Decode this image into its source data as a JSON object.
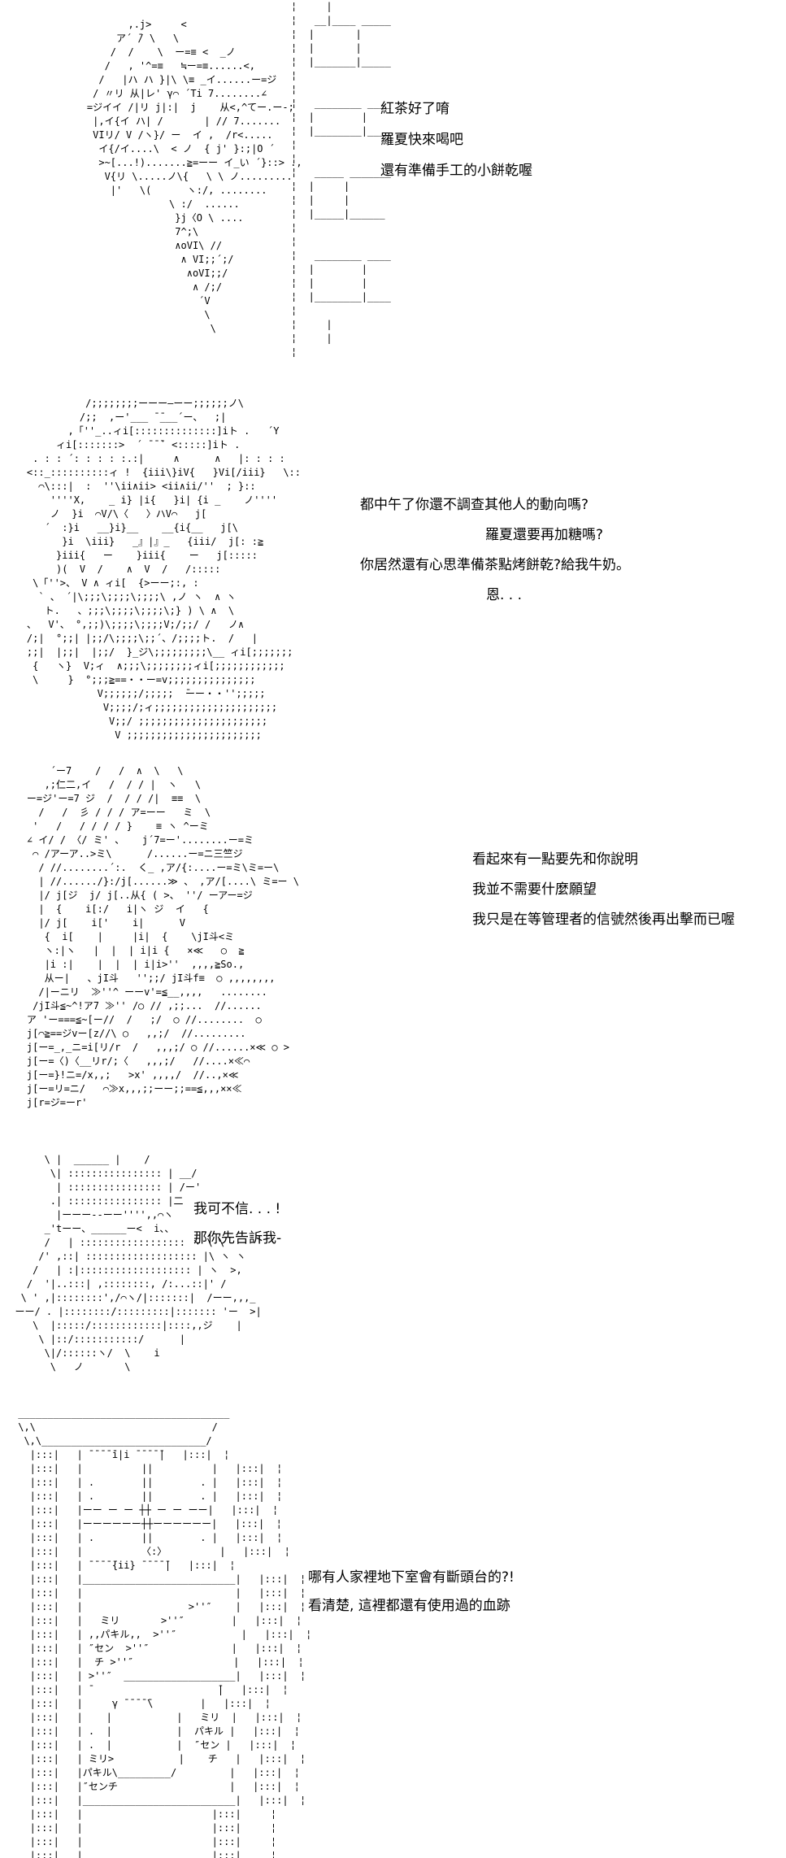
{
  "page": {
    "background_color": "#ffffff",
    "text_color": "#000000"
  },
  "scene1": {
    "wall_art": "¦     |\n¦   __|____ _____\n¦  |       |\n¦  |       |\n¦  |_______|_____\n¦\n¦\n¦   ________ ____\n¦  |        |\n¦  |________|____\n¦\n¦\n¦   _____ _______\n¦  |     |\n¦  |     |\n¦  |_____|______\n¦\n¦\n¦   ________ ____\n¦  |        |\n¦  |        |\n¦  |________|____\n¦\n¦     |\n¦     |\n¦",
    "art": "           ,.j>     <\n         ア´ ̄/ \\   \\\n        /  /    \\  ー=≡ <  _ノ\n       /   , '^=≡   ≒ー=≡......<,\n      /   |ハ ハ }|\\ \\≡ _イ......ー=ジ\n     / 〃リ 从|レ' γ⌒ ´Ti 7........∠\n    =ジイイ /|リ j|:|  j    从<,^てー.ー‐;\n     |,イ{イ ハ| /       | // 7.......\n     VIリ/ V /ヽ}/ ー  イ ,  /r<.....\n      イ{/イ....\\  < ノ  { j' }:;|O ´\n      >~[...!).......≧=ーー イ_い ´}::> .,\n       V{リ \\.....ノ\\{   \\ \\ ノ.........\n        |'   \\(      ヽ:/, ........\n                  \\ :/  ......\n                   }j〈O \\ ....\n                   7^;\\\n                   ∧oVI\\ //\n                    ∧ VI;;´;/\n                     ∧oVI;;/\n                      ∧ /;/\n                       ´V\n                        \\\n                         \\\n ",
    "dialogue": {
      "l1": "紅茶好了唷",
      "l2": "羅夏快來喝吧",
      "l3": "還有準備手工的小餅乾喔"
    }
  },
  "scene2": {
    "art": "              /;;;;;;;;ーーー―ーー;;;;;;ノ\\\n             /;;  ,ー'___ ̄ ̄___´ー、  ;|\n           ,「''_..ィi[::::::::::::::]iト .   ´Y\n         ィi[:::::::>  ´ ̄ ̄ ̄` <:::::]iト .\n     . : : ´: : : : :.:|     ∧      ∧   |: : : :\n    <::_::::::::::ィ !  {iii\\}iV{   }Vi[/iii}   \\::\n      ⌒\\:::|  :  ''\\ii∧ii> <ii∧ii/''  ; }::\n        ''''X,    _ i} |i{   }i| {i _    ノ''''\n        ノ  }i  ⌒V/\\〈   〉ハV⌒   j[\n       ´  :}i   __}i}__    __{i{__   j[\\\n          }i  \\iii}   _』|』_   {iii/  j[: :≧\n         }iii{   ー    }iii{    ー   j[:::::\n         )(  V  /    ∧  V  /   /:::::\n     \\「''>、 V ∧ ィi[  {>ーー;:, :\n      ` 、 ´|\\;;;\\;;;;\\;;;;\\ ,ノ ヽ  ∧ ヽ\n       ト.   、;;;\\;;;;\\;;;;\\;} ) \\ ∧  \\\n    、  V'、 °,;;)\\;;;;\\;;;;V;/;;/ /   ノ∧\n    /;|  °;;| |;;/\\;;;;\\;;´、/;;;;ト.  /   |\n    ;;|  |;;|  |;;/  }_ジ\\;;;;;;;;;\\__ ィi[;;;;;;;\n     {   ヽ}  V;ィ  ∧;;;\\;;;;;;;;ィi[;;;;;;;;;;;;\n     \\     }  °;;;≧==・・ー=v;;;;;;;;;;;;;;;\n                V;;;;;;/;;;;;  ̄ーー・・'';;;;;\n                 V;;;;/;ィ;;;;;;;;;;;;;;;;;;;;;\n                  V;;/ ;;;;;;;;;;;;;;;;;;;;;;\n                   V ;;;;;;;;;;;;;;;;;;;;;;;",
    "dialogue": {
      "l1": "都中午了你還不調查其他人的動向嗎?",
      "l2": "羅夏還要再加糖嗎?",
      "l3": "你居然還有心思準備茶點烤餅乾?給我牛奶。",
      "l4": "恩. . ."
    }
  },
  "scene3": {
    "art": "        ´ー7    /   /  ∧  \\   \\\n       ,;仁二,イ   /  / / |  ヽ   \\\n    ー=ジ'ー=7 ジ  /  / / /|  ≡≡  \\\n      /   /  彡 / / / ア=ーー   ミ  \\\n     '   /   / / / / }    ≡ ヽ ^ーミ\n    ∠ イ/ / 〈/ ミ' 、   j´7=ー'........ー=ミ\n     ⌒ /アーア..>ミ\\      /......ー=ニ三竺ジ\n      / //........´:.  く_ ,ア/{:....ー=ミ\\ミ=ー\\\n      | //....../}:/j[......≫ 、 ,ア/[....\\ ミ=ー \\\n      |/ j[ジ  j/ j[..从{ ( >、 ''/ ーアー=ジ\n      |  {    i[:/   i|ヽ ジ  イ   {\n      |/ j[    i['    i|      V\n       {  i[    |     |i|  {    \\jI斗<ミ\n       ヽ:|ヽ   |  |  | i|i {   ×≪   ○  ≧\n       |i :|    |  |  | i|i>''  ,,,,≧So.,\n       从ー|   、jI斗   '';;/ jI斗f≡  ○ ,,,,,,,,\n      /|ーニリ  ≫''^ ーーv'=≦__,,,,   ........\n     /jI斗≦~^!ア7 ≫'' /○ // ,;;...  //......\n    ア 'ー===≦~[ー//  /   ;/  ○ //........  ○\n    j[⌒≧==ジvー[z//\\ ○   ,,;/  //.........\n    j[ー=_,_ニ=i[リ/r  /   ,,,;/ ○ //......×≪ ○ >\n    j[ー=〈)〈__リr/;〈   ,,,;/   //....×≪⌒\n    j[ー=}!ニ=/x,,;   >x' ,,,,/  //..,×≪\n    j[ー=リ=ニ/   ⌒≫x,,,;;ーー;;==≦,,,××≪\n    j[r=ジ=ーr'\n\n",
    "dialogue": {
      "l1": "看起來有一點要先和你說明",
      "l2": "我並不需要什麼願望",
      "l3": "我只是在等管理者的信號然後再出擊而已喔"
    }
  },
  "scene4": {
    "art": "       \\ |  ______ |    /\n        \\| :::::::::::::::: | __/\n         | :::::::::::::::: | /ー'\n        .| :::::::::::::::: |二\n         |ーーー--ーー'''',,⌒ヽ\n       _'tーー、______ー<  i、、\n       /   | :::::::::::::::::: ヽ \\ \\\n      /' ,::| ::::::::::::::::::: |\\ ヽ ヽ\n     /   | :|::::::::::::::::::: | ヽ  >,\n    /  '|..:::| ,::::::::, /:...::|' /\n   \\ ' ,|::::::::',/⌒ヽ/|:::::::|  /ーー,,,_\n  ーー/ . |::::::::/:::::::::|::::::: 'ー  >|\n     \\  |:::::/::::::::::::|::::,,ジ    |\n      \\ |::/:::::::::::/      |\n       \\|/::::::ヽ/  \\    i\n        \\   ノ       \\",
    "dialogue": {
      "l1": "我可不信. . . !",
      "l2": "那你先告訴我-"
    }
  },
  "scene5": {
    "art": " ____________________________________\n \\,\\                              /\n  \\,\\____________________________/\n   |:::|   | ̄ ̄ ̄ ̄ ̄i|i ̄ ̄ ̄ ̄ ̄|   |:::|  ¦\n   |:::|   |          ||          |   |:::|  ¦\n   |:::|   | .        ||        . |   |:::|  ¦\n   |:::|   | .        ||        . |   |:::|  ¦\n   |:::|   |ーー ー ー ┼┼ ー ー ーー|   |:::|  ¦\n   |:::|   |ーーーーーー┼┼ーーーーーー|   |:::|  ¦\n   |:::|   | .        ||        . |   |:::|  ¦\n   |:::|   |          〈:〉         |   |:::|  ¦\n   |:::|   | ̄ ̄ ̄ ̄ ̄{ii} ̄ ̄ ̄ ̄ ̄|   |:::|  ¦\n   |:::|   |__________________________|   |:::|  ¦\n   |:::|   |                          |   |:::|  ¦\n   |:::|   |                  >''″    |   |:::|  ¦\n   |:::|   |   ミリ       >''″        |   |:::|  ¦\n   |:::|   | ,,パキル,,  >''″           |   |:::|  ¦\n   |:::|   | ″セン  >''″              |   |:::|  ¦\n   |:::|   |  チ >''″                 |   |:::|  ¦\n   |:::|   | >''″  ___________________|   |:::|  ¦\n   |:::|   | ̄                      ̄|   |:::|  ¦\n   |:::|   |     γ ̄ ̄ ̄ ̄ ̄\\        |   |:::|  ¦\n   |:::|   |    |           |   ミリ  |   |:::|  ¦\n   |:::|   | .  |           |  パキル |   |:::|  ¦\n   |:::|   | .  |           |  ″セン |   |:::|  ¦\n   |:::|   | ミリ>           |    チ   |   |:::|  ¦\n   |:::|   |パキル\\_________/         |   |:::|  ¦\n   |:::|   |″センチ                   |   |:::|  ¦\n   |:::|   |__________________________|   |:::|  ¦\n   |:::|   |                      |:::|     ¦\n   |:::|   |                      |:::|     ¦\n   |:::|   |                      |:::|     ¦\n   |:::|   |                      |:::|     ¦",
    "dialogue": {
      "l1": "哪有人家裡地下室會有斷頭台的?!",
      "l2": "看清楚, 這裡都還有使用過的血跡"
    }
  }
}
